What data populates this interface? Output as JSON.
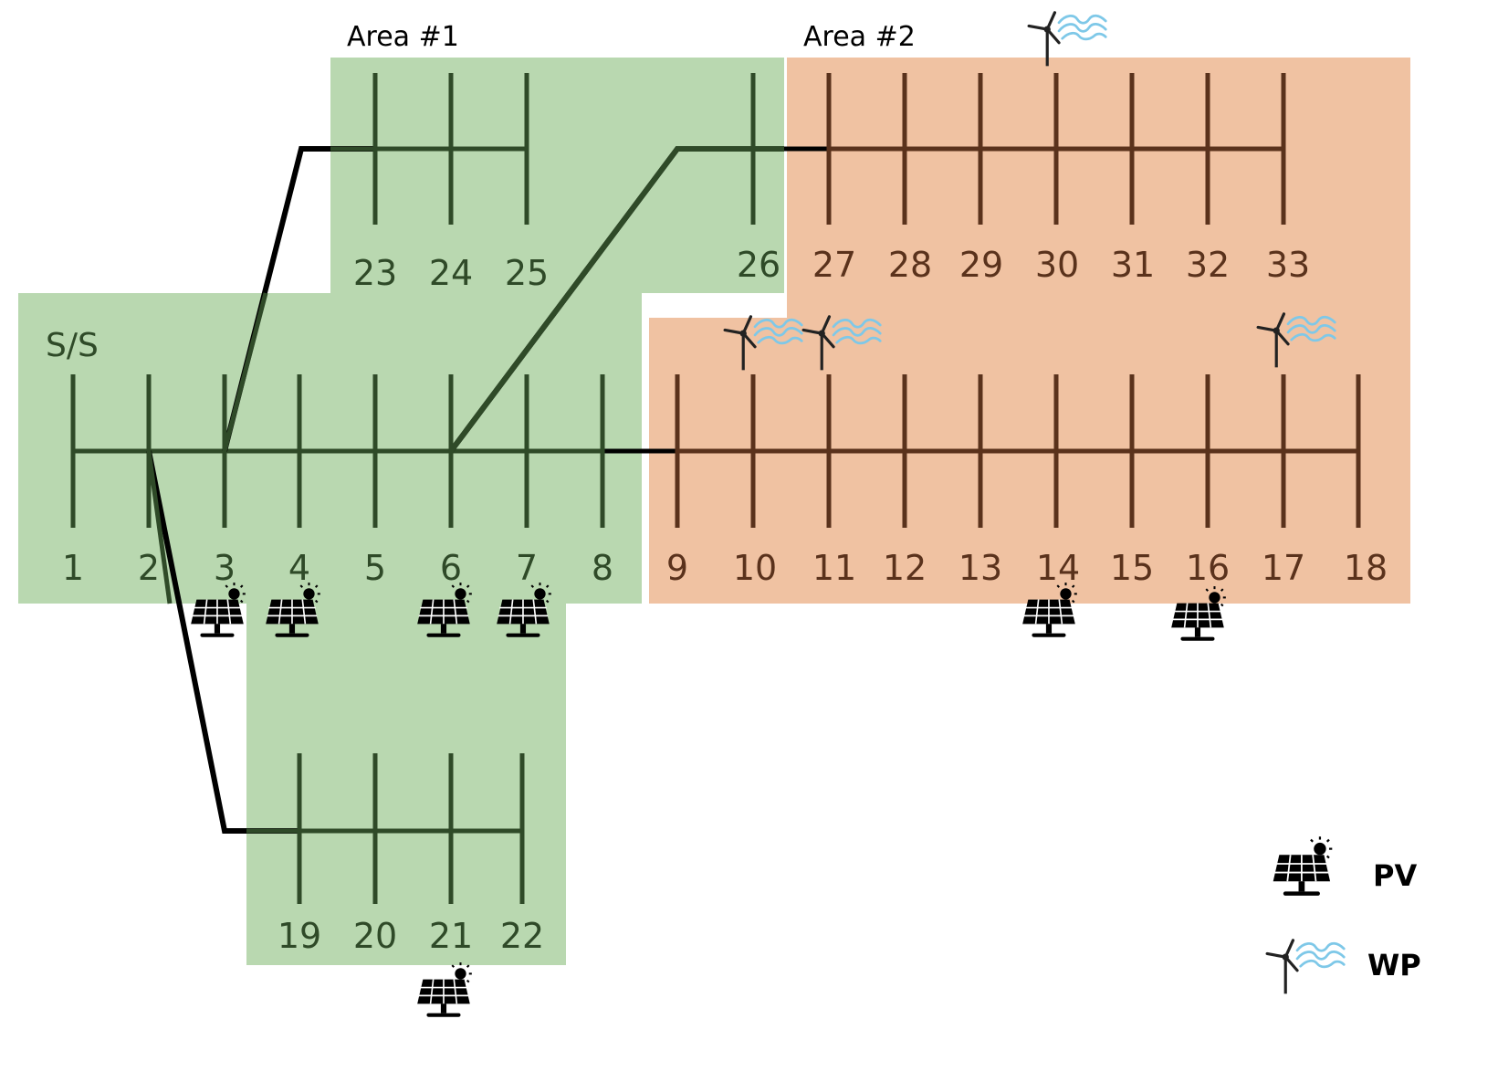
{
  "areas": [
    {
      "id": "area1",
      "title": "Area #1",
      "color": "#b9d8b0"
    },
    {
      "id": "area2",
      "title": "Area #2",
      "color": "#f0c2a2"
    }
  ],
  "substation_label": "S/S",
  "buses": [
    {
      "n": 1,
      "area": "area1"
    },
    {
      "n": 2,
      "area": "area1"
    },
    {
      "n": 3,
      "area": "area1"
    },
    {
      "n": 4,
      "area": "area1"
    },
    {
      "n": 5,
      "area": "area1"
    },
    {
      "n": 6,
      "area": "area1"
    },
    {
      "n": 7,
      "area": "area1"
    },
    {
      "n": 8,
      "area": "area1"
    },
    {
      "n": 9,
      "area": "area2"
    },
    {
      "n": 10,
      "area": "area2"
    },
    {
      "n": 11,
      "area": "area2"
    },
    {
      "n": 12,
      "area": "area2"
    },
    {
      "n": 13,
      "area": "area2"
    },
    {
      "n": 14,
      "area": "area2"
    },
    {
      "n": 15,
      "area": "area2"
    },
    {
      "n": 16,
      "area": "area2"
    },
    {
      "n": 17,
      "area": "area2"
    },
    {
      "n": 18,
      "area": "area2"
    },
    {
      "n": 19,
      "area": "area1"
    },
    {
      "n": 20,
      "area": "area1"
    },
    {
      "n": 21,
      "area": "area1"
    },
    {
      "n": 22,
      "area": "area1"
    },
    {
      "n": 23,
      "area": "area1"
    },
    {
      "n": 24,
      "area": "area1"
    },
    {
      "n": 25,
      "area": "area1"
    },
    {
      "n": 26,
      "area": "area1"
    },
    {
      "n": 27,
      "area": "area2"
    },
    {
      "n": 28,
      "area": "area2"
    },
    {
      "n": 29,
      "area": "area2"
    },
    {
      "n": 30,
      "area": "area2"
    },
    {
      "n": 31,
      "area": "area2"
    },
    {
      "n": 32,
      "area": "area2"
    },
    {
      "n": 33,
      "area": "area2"
    }
  ],
  "branches": [
    [
      1,
      2
    ],
    [
      2,
      3
    ],
    [
      3,
      4
    ],
    [
      4,
      5
    ],
    [
      5,
      6
    ],
    [
      6,
      7
    ],
    [
      7,
      8
    ],
    [
      8,
      9
    ],
    [
      9,
      10
    ],
    [
      10,
      11
    ],
    [
      11,
      12
    ],
    [
      12,
      13
    ],
    [
      13,
      14
    ],
    [
      14,
      15
    ],
    [
      15,
      16
    ],
    [
      16,
      17
    ],
    [
      17,
      18
    ],
    [
      2,
      19
    ],
    [
      19,
      20
    ],
    [
      20,
      21
    ],
    [
      21,
      22
    ],
    [
      3,
      23
    ],
    [
      23,
      24
    ],
    [
      24,
      25
    ],
    [
      6,
      26
    ],
    [
      26,
      27
    ],
    [
      27,
      28
    ],
    [
      28,
      29
    ],
    [
      29,
      30
    ],
    [
      30,
      31
    ],
    [
      31,
      32
    ],
    [
      32,
      33
    ]
  ],
  "pv_buses": [
    3,
    4,
    6,
    7,
    14,
    16,
    21
  ],
  "wp_buses": [
    10,
    11,
    17,
    30
  ],
  "legend": [
    {
      "icon": "solar-panel-icon",
      "label": "PV"
    },
    {
      "icon": "wind-turbine-icon",
      "label": "WP"
    }
  ],
  "colors": {
    "area1_bus": "#2f4a28",
    "area2_bus": "#5a321c",
    "tie_line": "#000000",
    "wind": "#7ec8e8",
    "icon": "#000000"
  }
}
